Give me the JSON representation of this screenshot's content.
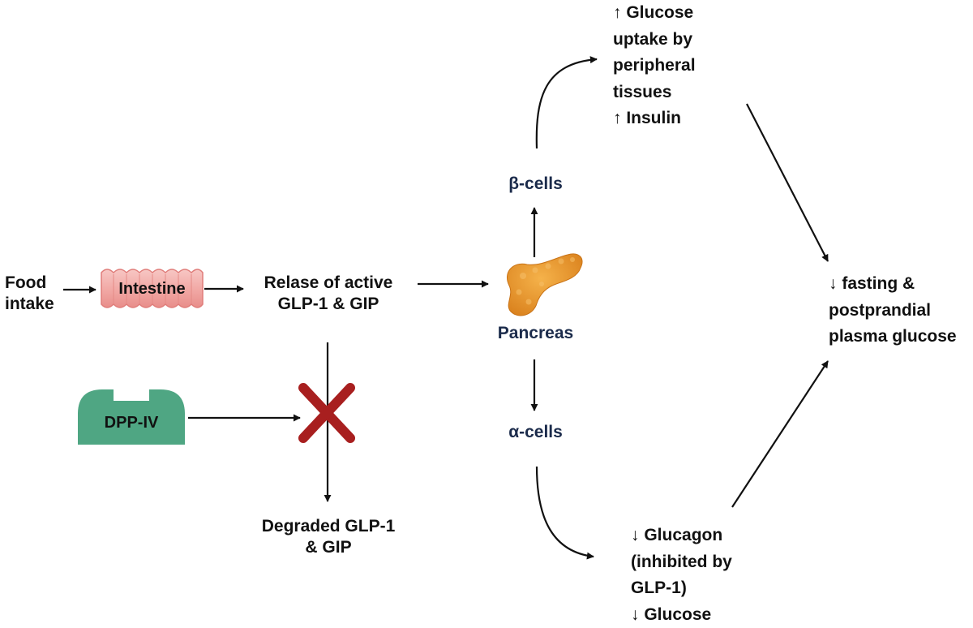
{
  "nodes": {
    "food": [
      "Food",
      "intake"
    ],
    "intestine": "Intestine",
    "release": [
      "Relase of active",
      "GLP-1 & GIP"
    ],
    "dpp": "DPP-IV",
    "degraded": [
      "Degraded GLP-1",
      "& GIP"
    ],
    "pancreas": "Pancreas",
    "beta": "β-cells",
    "alpha": "α-cells",
    "uptake": [
      "↑ Glucose",
      "uptake by",
      "peripheral",
      "tissues",
      "↑ Insulin"
    ],
    "glucagon": [
      "↓ Glucagon",
      "(inhibited by",
      "GLP-1)",
      "↓ Glucose"
    ],
    "outcome": [
      "↓ fasting &",
      "postprandial",
      "plasma glucose"
    ]
  },
  "colors": {
    "text": "#111111",
    "cell_label": "#1b2b4b",
    "intestine": "#f2aaa7",
    "dpp": "#4fa683",
    "inhibit_x": "#a81f1f",
    "pancreas": "#e8962c"
  },
  "icons": {
    "intestine": "intestine-icon",
    "dpp": "dpp-iv-enzyme-icon",
    "inhibit": "inhibition-x-icon",
    "pancreas": "pancreas-icon"
  }
}
